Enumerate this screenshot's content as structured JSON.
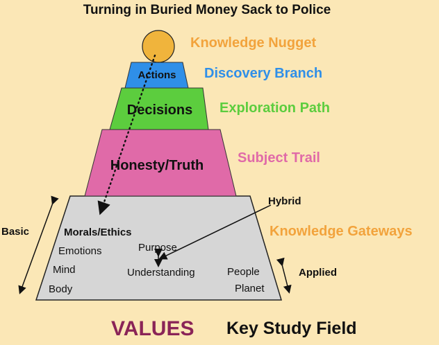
{
  "title": "Turning in Buried Money Sack to Police",
  "levels": {
    "nugget": {
      "side_label": "Knowledge Nugget",
      "color": "#f0b43c",
      "text_color": "#f2a33c"
    },
    "actions": {
      "label": "Actions",
      "side_label": "Discovery Branch",
      "color": "#2f8fe8",
      "text_color": "#2f8fe8"
    },
    "decisions": {
      "label": "Decisions",
      "side_label": "Exploration Path",
      "color": "#5ccd3e",
      "text_color": "#5ccd3e"
    },
    "honesty": {
      "label": "Honesty/Truth",
      "side_label": "Subject Trail",
      "color": "#e06aa8",
      "text_color": "#e06aa8"
    },
    "gateways": {
      "side_label": "Knowledge Gateways",
      "color": "#d6d6d6",
      "text_color": "#f2a33c"
    }
  },
  "gateway_items": {
    "morals": "Morals/Ethics",
    "emotions": "Emotions",
    "mind": "Mind",
    "body": "Body",
    "purpose": "Purpose",
    "understanding": "Understanding",
    "people": "People",
    "planet": "Planet"
  },
  "side_labels": {
    "basic": "Basic",
    "hybrid": "Hybrid",
    "applied": "Applied"
  },
  "footer": {
    "values": "VALUES",
    "values_color": "#8a2457",
    "key_study_field": "Key Study Field"
  }
}
